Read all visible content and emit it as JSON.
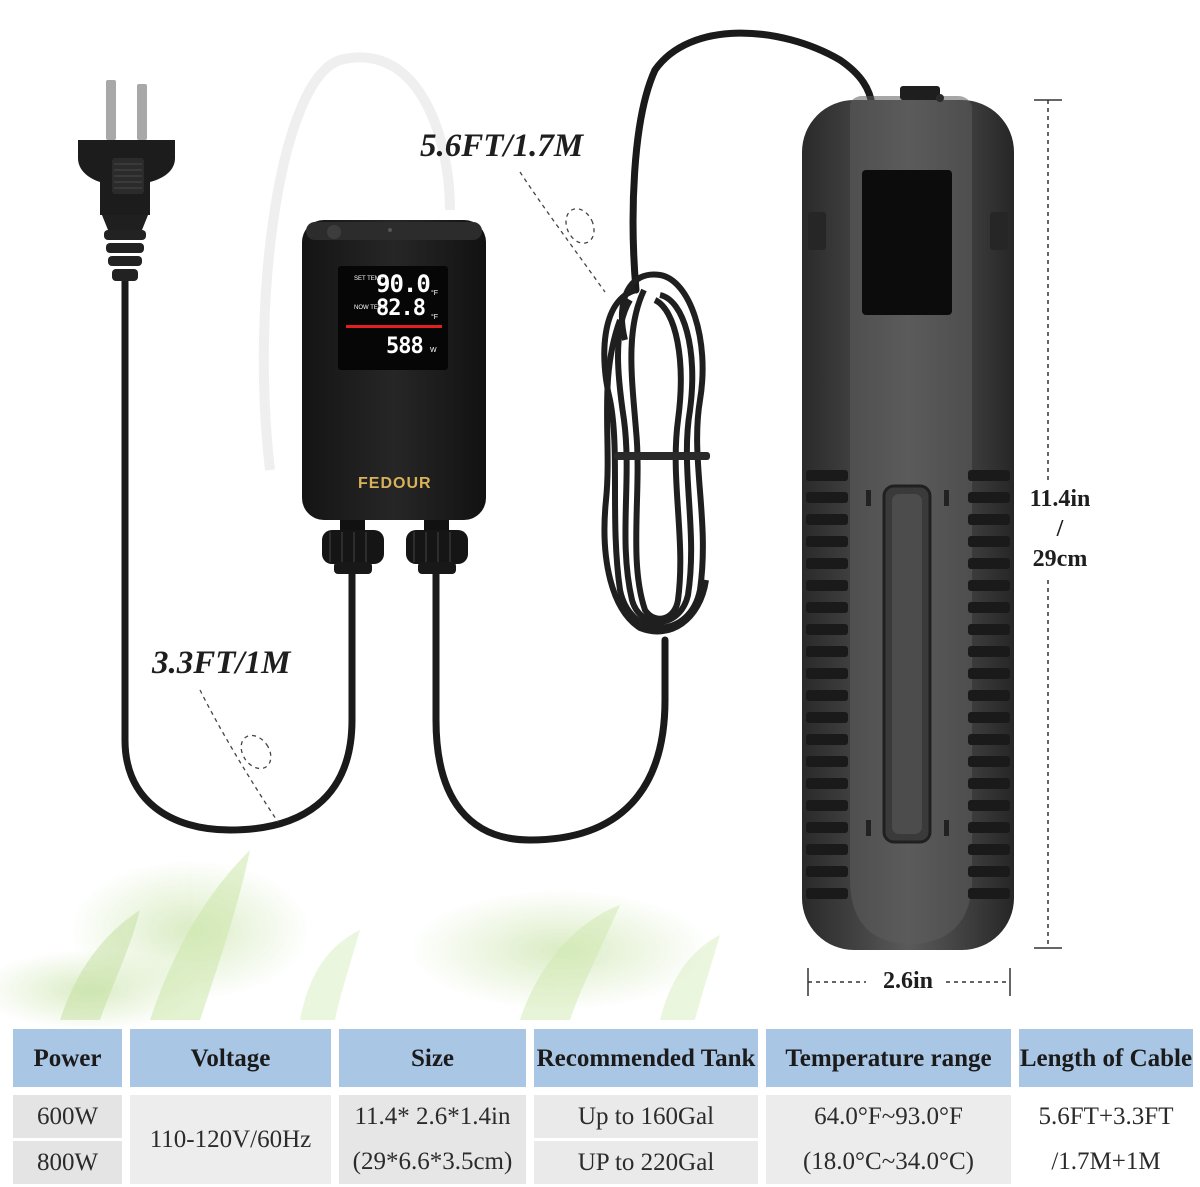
{
  "product": {
    "brand": "FEDOUR",
    "display": {
      "set_label": "SET TEMP",
      "now_label": "NOW TEMP",
      "set_value": "90.0",
      "now_value": "82.8",
      "unit_set": "°F",
      "unit_now": "°F",
      "watt_value": "588",
      "watt_unit": "W"
    }
  },
  "labels": {
    "heater_cable": "5.6FT/1.7M",
    "power_cable": "3.3FT/1M",
    "height_in": "11.4in",
    "height_sep": "/",
    "height_cm": "29cm",
    "width": "2.6in"
  },
  "specs": {
    "headers": {
      "power": "Power",
      "voltage": "Voltage",
      "size": "Size",
      "tank": "Recommended Tank",
      "temp": "Temperature range",
      "cable": "Length of Cable"
    },
    "rows": [
      {
        "power": "600W",
        "tank": "Up to 160Gal"
      },
      {
        "power": "800W",
        "tank": "UP to 220Gal"
      }
    ],
    "voltage": "110-120V/60Hz",
    "size_line1": "11.4* 2.6*1.4in",
    "size_line2": "(29*6.6*3.5cm)",
    "temp_line1": "64.0°F~93.0°F",
    "temp_line2": "(18.0°C~34.0°C)",
    "cable_line1": "5.6FT+3.3FT",
    "cable_line2": "/1.7M+1M"
  },
  "colors": {
    "header_bg": "#a9c6e5",
    "cable": "#1a1a1a",
    "heater_body": "#4a4a4a",
    "display_red": "#e0201e",
    "brand_gold": "#d9b15a"
  }
}
